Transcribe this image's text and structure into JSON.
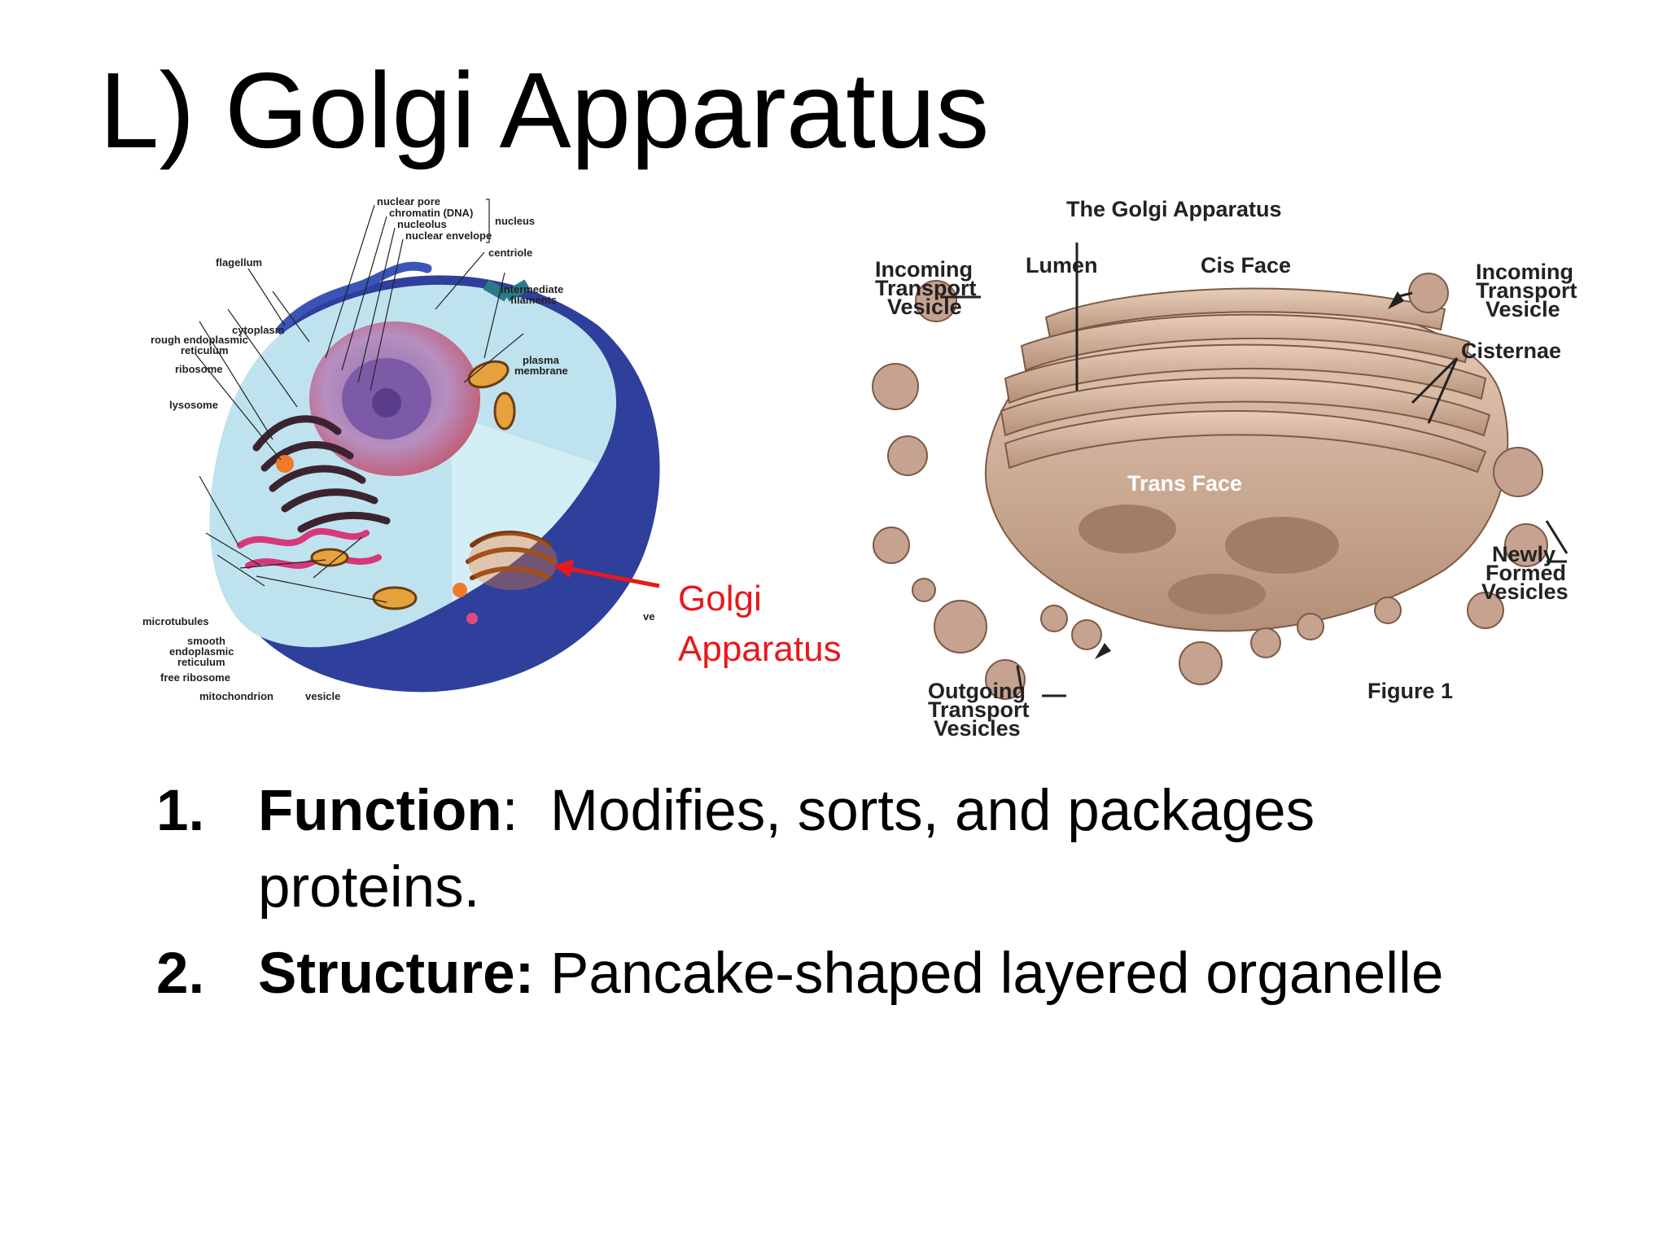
{
  "slide": {
    "title": "L) Golgi Apparatus",
    "callout": {
      "line1": "Golgi",
      "line2": "Apparatus",
      "color": "#e8181c"
    },
    "items": [
      {
        "number": "1.",
        "term": "Function",
        "separator": ":  ",
        "text": "Modifies, sorts, and packages proteins."
      },
      {
        "number": "2.",
        "term": "Structure:",
        "separator": " ",
        "text": "Pancake-shaped layered organelle"
      }
    ]
  },
  "cell_diagram": {
    "labels": {
      "nuclear_pore": "nuclear pore",
      "chromatin": "chromatin (DNA)",
      "nucleolus": "nucleolus",
      "nuclear_envelope": "nuclear envelope",
      "nucleus": "nucleus",
      "centriole": "centriole",
      "intermediate1": "intermediate",
      "intermediate2": "filaments",
      "flagellum": "flagellum",
      "rough_er1": "rough endoplasmic",
      "rough_er2": "reticulum",
      "cytoplasm": "cytoplasm",
      "ribosome": "ribosome",
      "lysosome": "lysosome",
      "plasma1": "plasma",
      "plasma2": "membrane",
      "microtubules": "microtubules",
      "smooth1": "smooth",
      "smooth2": "endoplasmic",
      "smooth3": "reticulum",
      "free_ribosome": "free ribosome",
      "mitochondrion": "mitochondrion",
      "vesicle": "vesicle",
      "vesicle_cut": "ve"
    }
  },
  "golgi_diagram": {
    "title": "The Golgi Apparatus",
    "labels": {
      "incoming_left1": "Incoming",
      "incoming_left2": "Transport",
      "incoming_left3": "Vesicle",
      "lumen": "Lumen",
      "cis_face": "Cis Face",
      "incoming_right1": "Incoming",
      "incoming_right2": "Transport",
      "incoming_right3": "Vesicle",
      "cisternae": "Cisternae",
      "trans_face": "Trans Face",
      "newly1": "Newly",
      "newly2": "Formed",
      "newly3": "Vesicles",
      "outgoing1": "Outgoing",
      "outgoing2": "Transport",
      "outgoing3": "Vesicles",
      "figure": "Figure 1"
    }
  }
}
